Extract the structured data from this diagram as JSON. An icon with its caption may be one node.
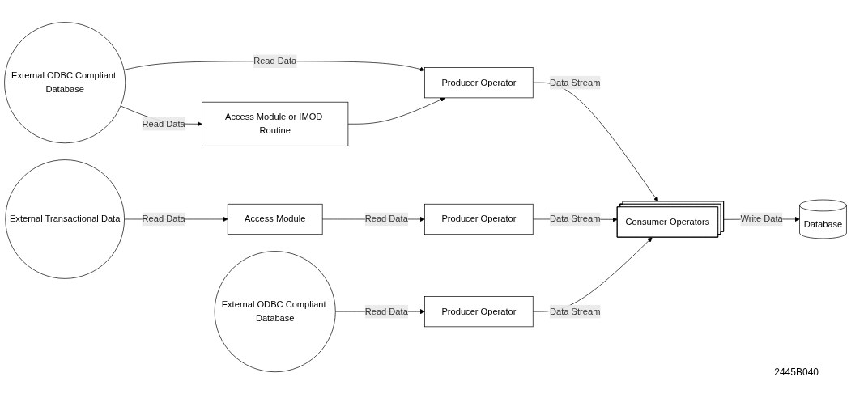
{
  "diagram": {
    "nodes": [
      {
        "text": [
          "External ODBC Compliant Database"
        ]
      },
      {
        "text": [
          "Producer Operator"
        ]
      },
      {
        "text": [
          "Access Module or IMOD Routine"
        ]
      },
      {
        "text": [
          "External Transactional Data"
        ]
      },
      {
        "text": [
          "Access Module"
        ]
      },
      {
        "text": [
          "Producer Operator"
        ]
      },
      {
        "text": [
          "Consumer Operators"
        ]
      },
      {
        "text": [
          "Database"
        ]
      },
      {
        "text": [
          "External ODBC Compliant Database"
        ]
      },
      {
        "text": [
          "Producer Operator"
        ]
      }
    ],
    "edges": [
      {
        "from": 0,
        "to": 1,
        "arrow": "to",
        "label": "Read Data"
      },
      {
        "from": 0,
        "to": 2,
        "arrow": "to",
        "label": "Read Data"
      },
      {
        "from": 2,
        "to": 1,
        "arrow": "to"
      },
      {
        "from": 1,
        "to": 6,
        "arrow": "to",
        "label": "Data Stream"
      },
      {
        "from": 3,
        "to": 4,
        "arrow": "to",
        "label": "Read Data"
      },
      {
        "from": 4,
        "to": 5,
        "arrow": "to",
        "label": "Read Data"
      },
      {
        "from": 5,
        "to": 6,
        "arrow": "to",
        "label": "Data Stream"
      },
      {
        "from": 6,
        "to": 7,
        "arrow": "to",
        "label": "Write Data"
      },
      {
        "from": 8,
        "to": 9,
        "arrow": "to",
        "label": "Read Data"
      },
      {
        "from": 9,
        "to": 6,
        "arrow": "to",
        "label": "Data Stream"
      }
    ],
    "labels": [
      "2445B040"
    ]
  }
}
